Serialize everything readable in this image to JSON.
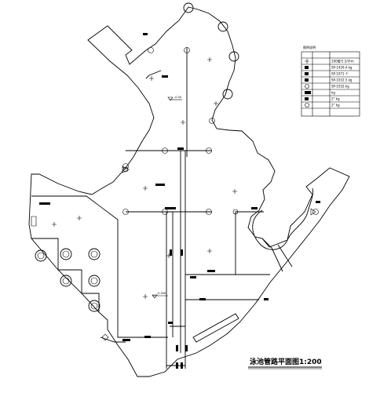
{
  "drawing": {
    "title": "泳池管路平面图1:200",
    "annotations": {
      "level_upper": "-0.05",
      "level_lower": "-0.500"
    }
  },
  "legend": {
    "header": "图例说明",
    "rows": [
      {
        "symbol": "cross-fitting-icon",
        "text": "100管/1.5/平m"
      },
      {
        "symbol": "square-fitting-icon",
        "text": "SP-1426.4 kg"
      },
      {
        "symbol": "rect-fitting-icon",
        "text": "SP-1071 个"
      },
      {
        "symbol": "grid-fitting-icon",
        "text": "SP-1032.5 kg"
      },
      {
        "symbol": "round-fitting-icon",
        "text": "SP-1032 kg"
      },
      {
        "symbol": "valve-icon",
        "text": "kg"
      },
      {
        "symbol": "pump-icon",
        "text": "2\" kg"
      },
      {
        "symbol": "filter-icon",
        "text": "2\" kg"
      },
      {
        "symbol": "blank-icon",
        "text": ""
      },
      {
        "symbol": "blank-icon",
        "text": ""
      }
    ]
  },
  "colors": {
    "ink": "#000000",
    "paper": "#ffffff"
  }
}
